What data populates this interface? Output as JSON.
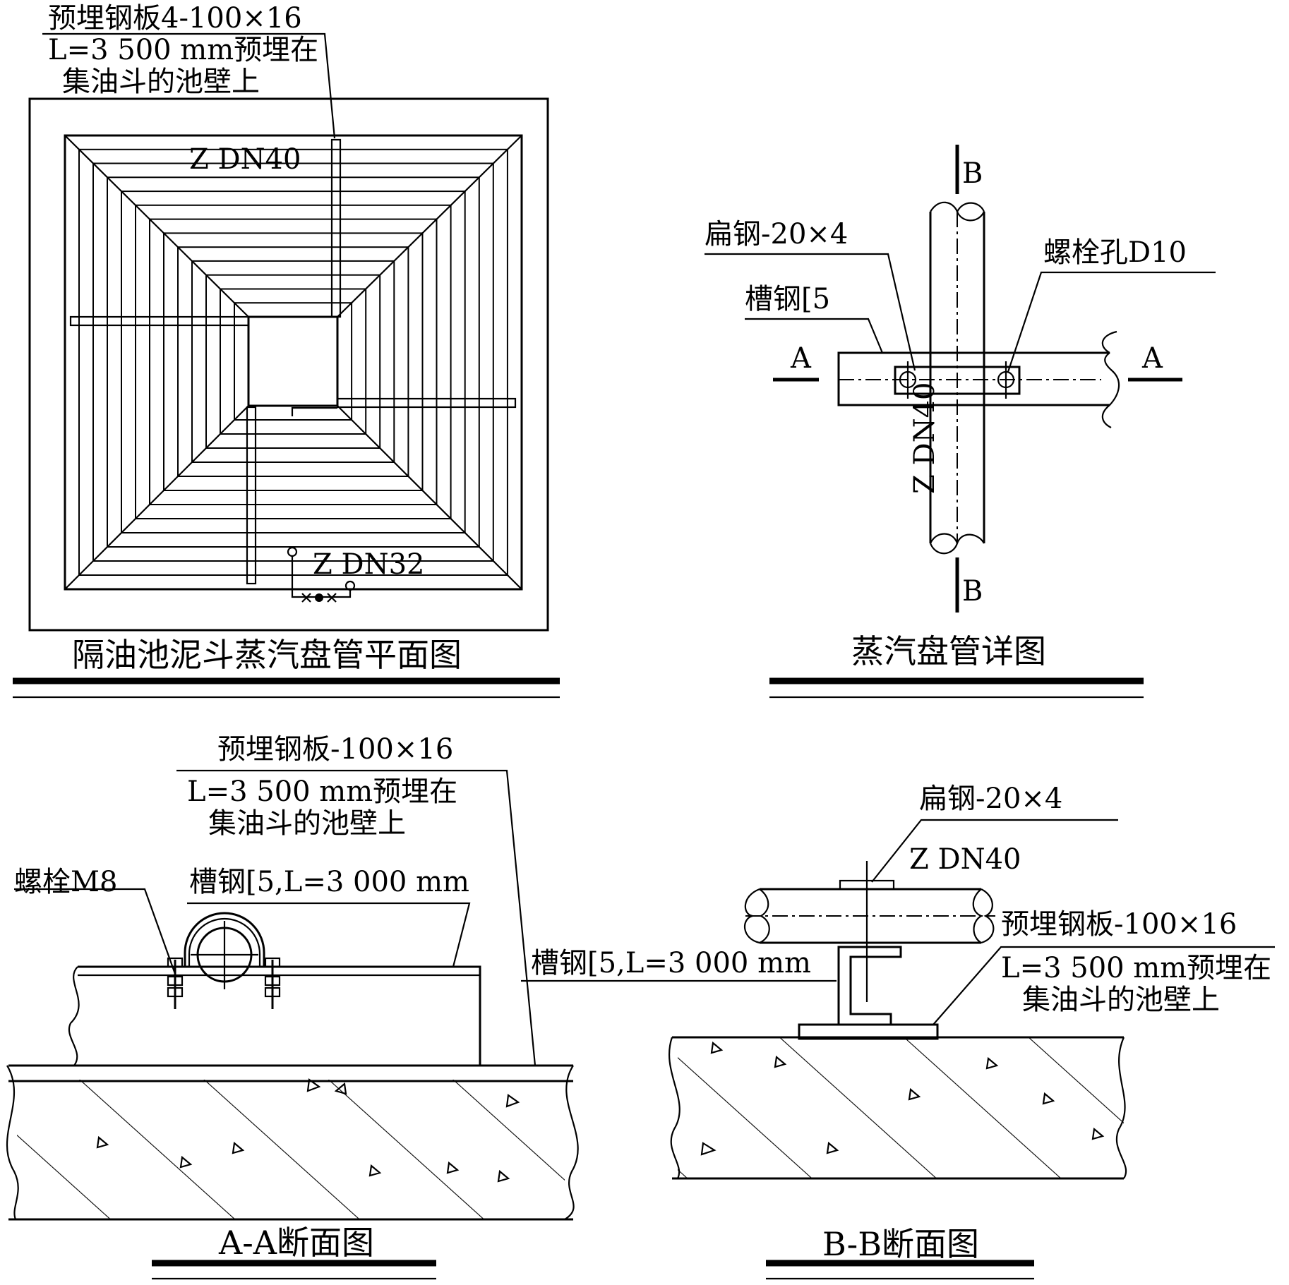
{
  "plan": {
    "title": "隔油池泥斗蒸汽盘管平面图",
    "note": [
      "预埋钢板4-100×16",
      "L=3 500 mm预埋在",
      "集油斗的池壁上"
    ],
    "pipe_top": "Z DN40",
    "pipe_bottom": "Z DN32"
  },
  "detail": {
    "title": "蒸汽盘管详图",
    "flat_steel": "扁钢-20×4",
    "bolt_hole": "螺栓孔D10",
    "channel": "槽钢[5",
    "section_a": "A",
    "section_b": "B",
    "pipe": "Z DN40"
  },
  "section_aa": {
    "title": "A-A断面图",
    "plate": "预埋钢板-100×16",
    "plate_note": [
      "L=3 500 mm预埋在",
      "集油斗的池壁上"
    ],
    "bolt": "螺栓M8",
    "channel": "槽钢[5,L=3 000 mm"
  },
  "section_bb": {
    "title": "B-B断面图",
    "flat_steel": "扁钢-20×4",
    "pipe": "Z DN40",
    "plate": "预埋钢板-100×16",
    "plate_note": [
      "L=3 500 mm预埋在",
      "集油斗的池壁上"
    ],
    "channel": "槽钢[5,L=3 000 mm"
  }
}
